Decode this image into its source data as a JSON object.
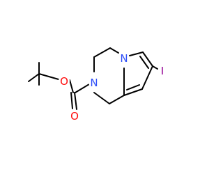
{
  "molecule": {
    "atoms": {
      "o_ester": {
        "symbol": "O",
        "color": "#ff0d0d"
      },
      "o_carbonyl": {
        "symbol": "O",
        "color": "#ff0d0d"
      },
      "n_ring": {
        "symbol": "N",
        "color": "#3050f8"
      },
      "n_pyrrole": {
        "symbol": "N",
        "color": "#3050f8"
      },
      "iodine": {
        "symbol": "I",
        "color": "#940094"
      }
    },
    "bond_color": "#000000"
  }
}
